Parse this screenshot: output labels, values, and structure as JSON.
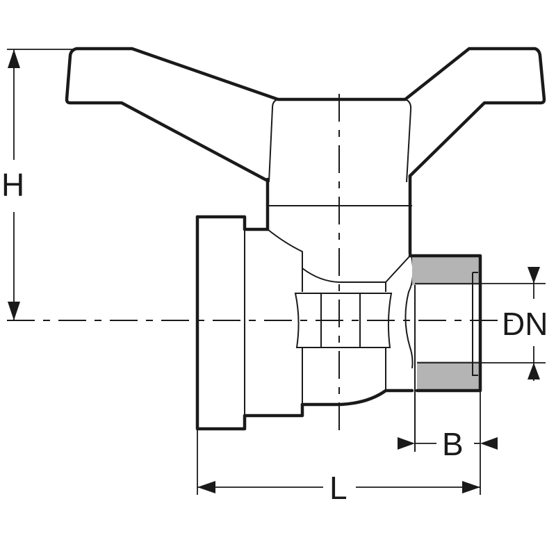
{
  "diagram": {
    "type": "technical-drawing",
    "subject": "ball valve with T-handle, dimensioned side view",
    "colors": {
      "line": "#1a1a1a",
      "section_fill": "#b4b4b4",
      "background": "#ffffff"
    },
    "dimensions": {
      "height": {
        "label": "H"
      },
      "length": {
        "label": "L"
      },
      "nominal_diameter": {
        "label": "DN"
      },
      "socket_depth": {
        "label": "B"
      }
    }
  }
}
